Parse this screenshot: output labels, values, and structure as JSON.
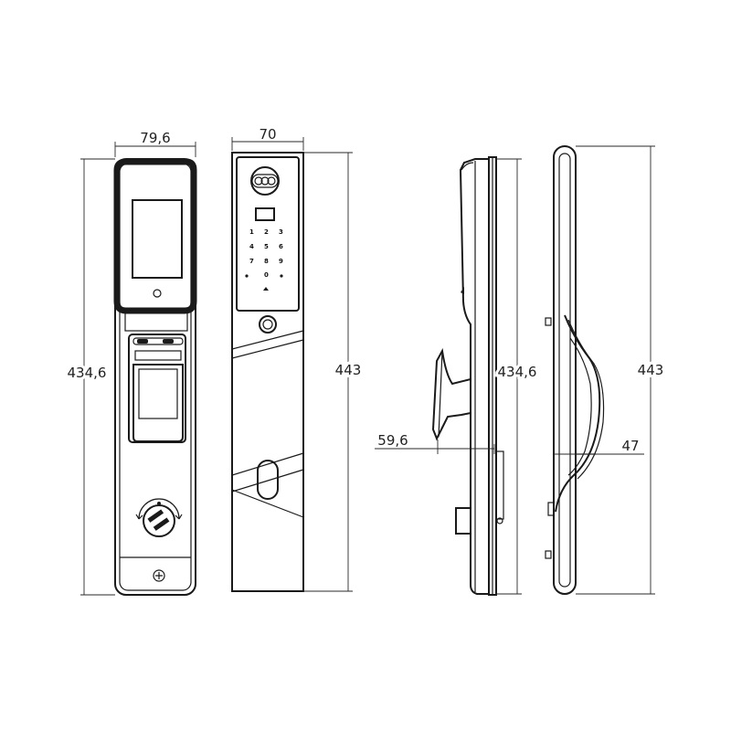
{
  "dimensions": {
    "front_width": "79,6",
    "front_height": "434,6",
    "back_width": "70",
    "back_height": "443",
    "side_height": "434,6",
    "side_handle_projection": "59,6",
    "edge_height": "443",
    "edge_handle_depth": "47"
  },
  "keypad": {
    "keys": [
      "1",
      "2",
      "3",
      "4",
      "5",
      "6",
      "7",
      "8",
      "9",
      "0"
    ]
  },
  "colors": {
    "line": "#1a1a1a",
    "background": "#ffffff"
  }
}
